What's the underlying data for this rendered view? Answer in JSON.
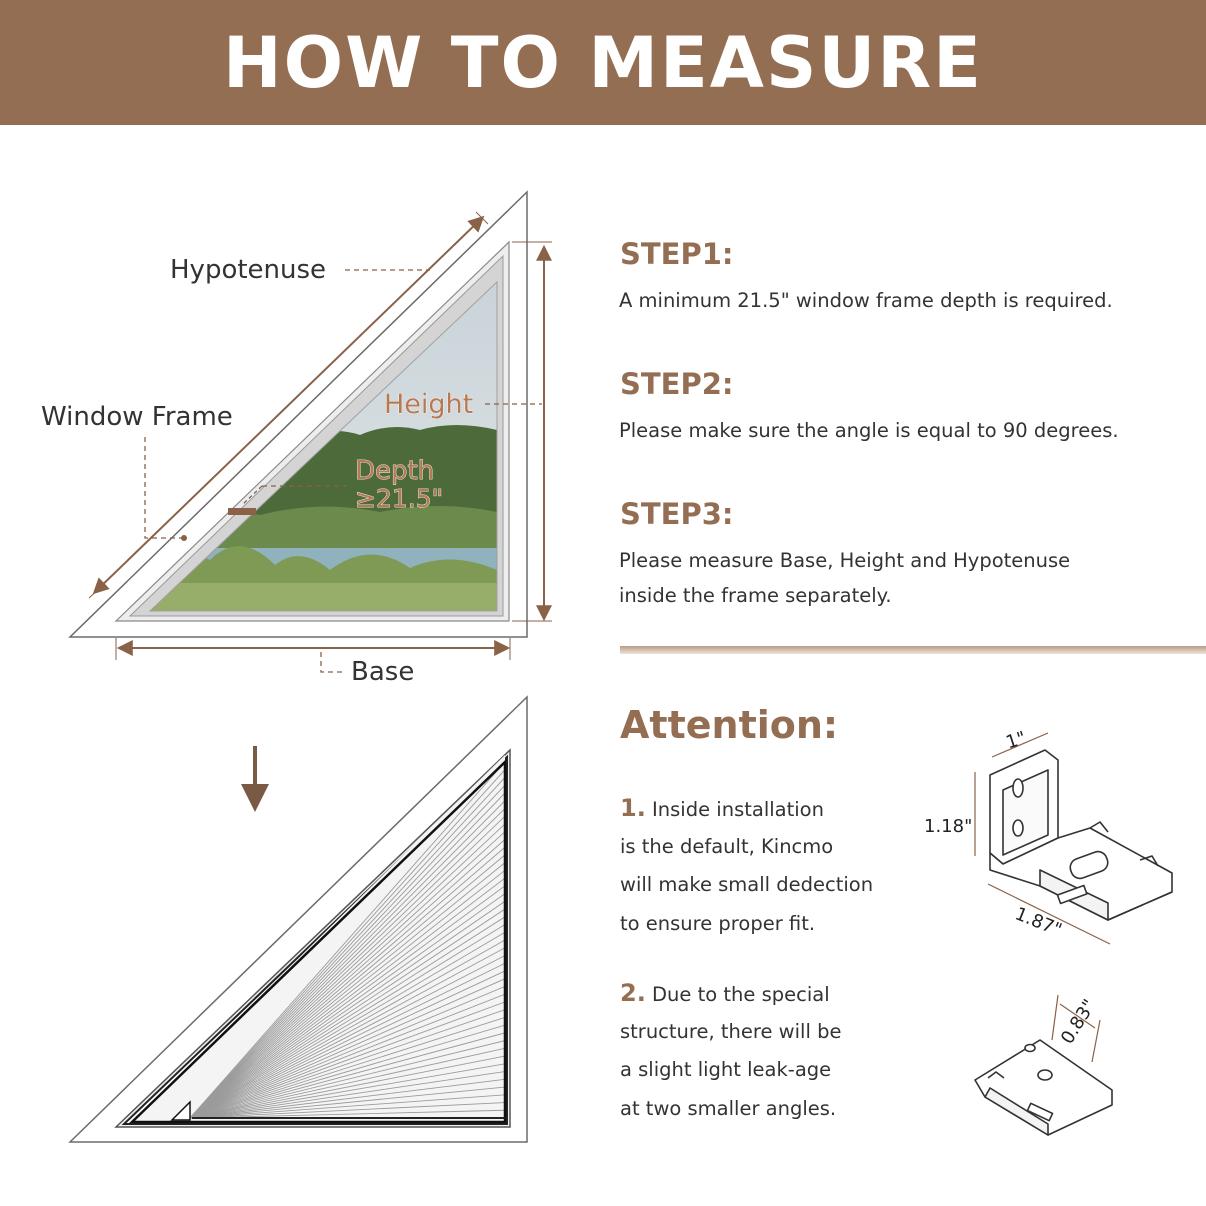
{
  "header": {
    "title": "HOW TO MEASURE"
  },
  "colors": {
    "banner": "#946e53",
    "accent": "#946e53",
    "text": "#333333"
  },
  "diagram_labels": {
    "hypotenuse": "Hypotenuse",
    "window_frame": "Window Frame",
    "height": "Height",
    "depth": "Depth",
    "depth_value": "≥21.5\"",
    "base": "Base"
  },
  "steps": [
    {
      "title": "STEP1:",
      "lines": [
        "A minimum 21.5\" window frame depth is required."
      ]
    },
    {
      "title": "STEP2:",
      "lines": [
        "Please make sure the angle is equal to 90 degrees."
      ]
    },
    {
      "title": "STEP3:",
      "lines": [
        "Please measure Base, Height and Hypotenuse",
        "inside the frame separately."
      ]
    }
  ],
  "attention": {
    "title": "Attention:",
    "notes": [
      {
        "num": "1.",
        "lines": [
          "Inside installation",
          "is the default, Kincmo",
          "will make small dedection",
          "to ensure proper fit."
        ]
      },
      {
        "num": "2.",
        "lines": [
          "Due to the special",
          "structure, there will be",
          "a slight light leak-age",
          "at two smaller angles."
        ]
      }
    ]
  },
  "bracket_dimensions": {
    "width": "1\"",
    "height": "1.18\"",
    "length": "1.87\"",
    "clip_width": "0.83\""
  }
}
